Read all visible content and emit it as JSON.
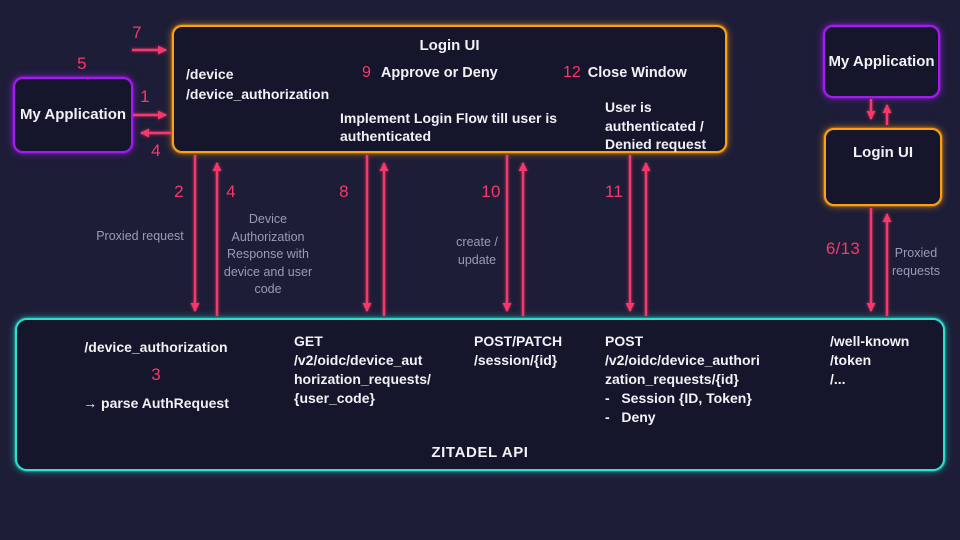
{
  "colors": {
    "background": "#1d1d37",
    "box_fill": "#15152b",
    "pink_accent": "#f8386a",
    "purple_border": "#a21cf0",
    "orange_border": "#ffa011",
    "teal_border": "#2be0cd",
    "white_text": "#f1f1f6",
    "gray_text": "#9b9bb3"
  },
  "nodes": {
    "left_app": {
      "label": "My Application"
    },
    "right_app": {
      "label": "My Application"
    },
    "right_login": {
      "label": "Login UI"
    },
    "login_box": {
      "endpoint_device": "/device",
      "endpoint_device_authorization": "/device_authorization",
      "title": "Login UI",
      "step9_num": "9",
      "step9_label": "Approve or Deny",
      "step12_num": "12",
      "step12_label": "Close Window",
      "implement_flow": [
        "Implement Login Flow till user is",
        "authenticated"
      ],
      "user_state": [
        "User is",
        "authenticated /",
        "Denied request"
      ]
    },
    "zitadel_api": {
      "title": "ZITADEL API",
      "device_auth_col": {
        "path": "/device_authorization",
        "step_num": "3",
        "action": "→ parse AuthRequest"
      },
      "get_col": [
        "GET",
        "/v2/oidc/device_aut",
        "horization_requests/",
        "{user_code}"
      ],
      "session_col": [
        "POST/PATCH",
        "/session/{id}"
      ],
      "post_col": [
        "POST",
        "/v2/oidc/device_authori",
        "zation_requests/{id}",
        "-   Session {ID, Token}",
        "-   Deny"
      ],
      "wellknown_col": [
        "/well-known",
        "/token",
        "/..."
      ]
    }
  },
  "step_labels": {
    "s1": "1",
    "s2": "2",
    "s4a": "4",
    "s4b": "4",
    "s5": "5",
    "s6_13": "6/13",
    "s7": "7",
    "s8": "8",
    "s10": "10",
    "s11": "11"
  },
  "annotations": {
    "proxied_request": "Proxied request",
    "device_auth_response": [
      "Device",
      "Authorization",
      "Response with",
      "device and user",
      "code"
    ],
    "create_update": [
      "create /",
      "update"
    ],
    "proxied_requests": [
      "Proxied",
      "requests"
    ]
  }
}
